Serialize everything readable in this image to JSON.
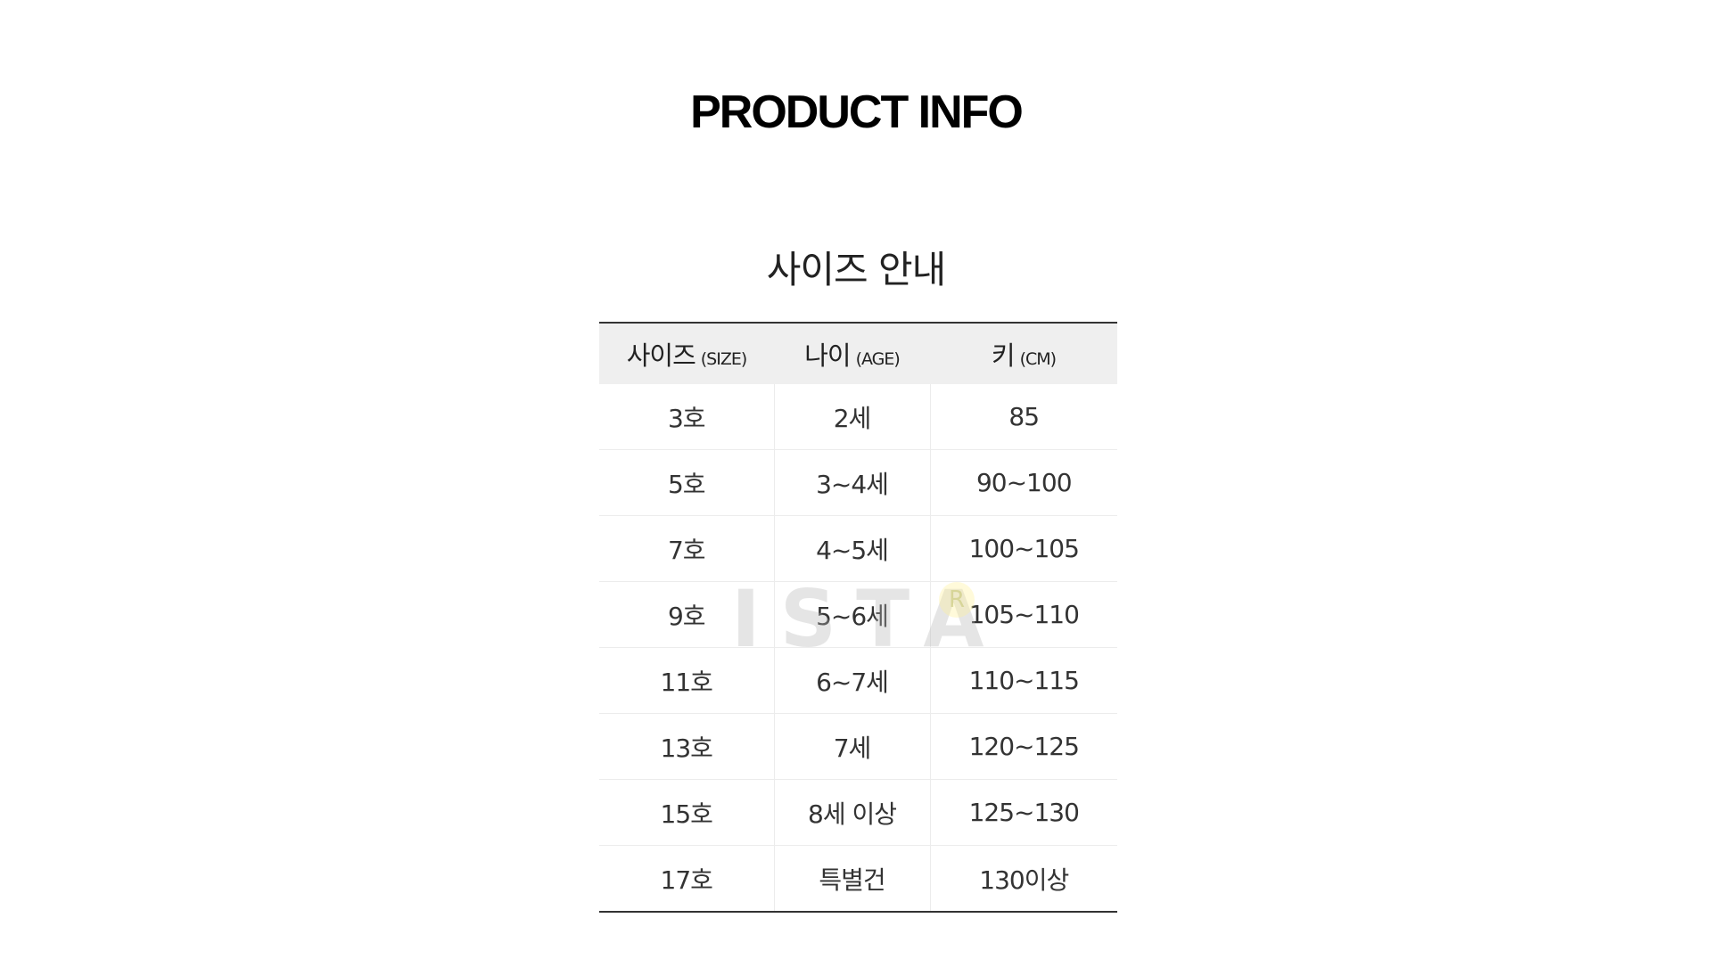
{
  "header": {
    "title": "PRODUCT INFO"
  },
  "section": {
    "title": "사이즈 안내"
  },
  "table": {
    "columns": [
      {
        "label": "사이즈",
        "sub": "(SIZE)"
      },
      {
        "label": "나이",
        "sub": "(AGE)"
      },
      {
        "label": "키",
        "sub": "(CM)"
      }
    ],
    "rows": [
      [
        "3호",
        "2세",
        "85"
      ],
      [
        "5호",
        "3~4세",
        "90~100"
      ],
      [
        "7호",
        "4~5세",
        "100~105"
      ],
      [
        "9호",
        "5~6세",
        "105~110"
      ],
      [
        "11호",
        "6~7세",
        "110~115"
      ],
      [
        "13호",
        "7세",
        "120~125"
      ],
      [
        "15호",
        "8세 이상",
        "125~130"
      ],
      [
        "17호",
        "특별건",
        "130이상"
      ]
    ]
  },
  "watermark": {
    "text": "ISTA",
    "mark": "R"
  }
}
